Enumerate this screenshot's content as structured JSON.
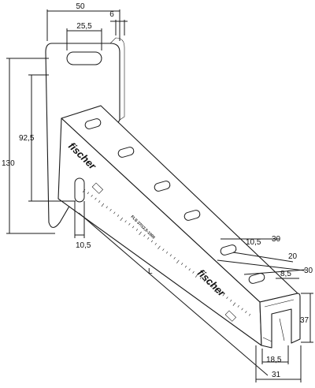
{
  "dimensions": {
    "plate_width": "50",
    "plate_thickness": "6",
    "top_slot_width": "25,5",
    "hole_spacing": "92,5",
    "total_height": "130",
    "side_hole_width": "10,5",
    "length": "L",
    "slot_width": "10,5",
    "slot_pitch_a": "30",
    "slot_pitch_b": "20",
    "slot_pitch_c": "30",
    "slot_offset": "8,5",
    "profile_height": "37",
    "profile_slot": "18,5",
    "profile_width": "31"
  },
  "markings": {
    "brand_upper": "fischer",
    "brand_lower": "fischer",
    "product_code": "FLS 37/12,5-1000"
  },
  "colors": {
    "line": "#1a1a1a",
    "background": "#ffffff"
  }
}
